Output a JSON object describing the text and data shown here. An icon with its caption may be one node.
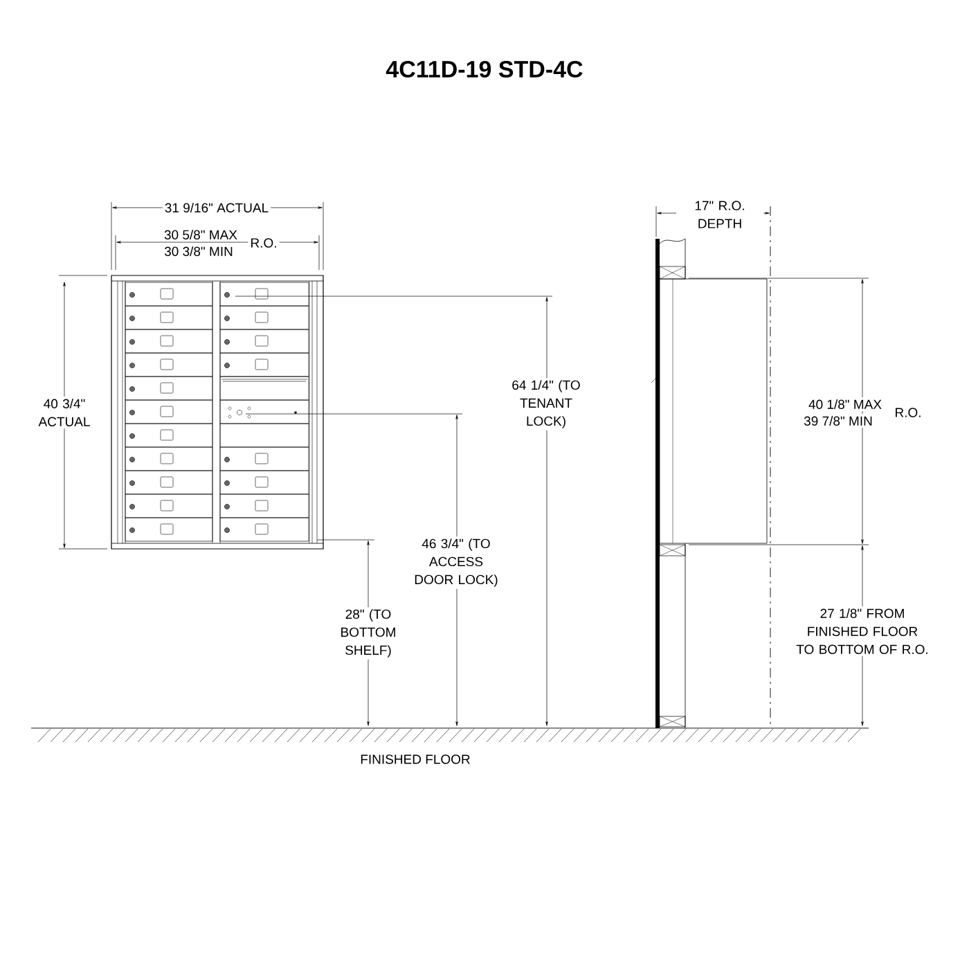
{
  "diagram": {
    "title": "4C11D-19 STD-4C",
    "labels": [
      "31 9/16\" ACTUAL",
      "30 5/8\" MAX",
      "30 3/8\" MIN",
      "R.O.",
      "40 3/4\" ACTUAL",
      "64 1/4\" (TO TENANT LOCK)",
      "46 3/4\" (TO ACCESS DOOR LOCK)",
      "28\" (TO BOTTOM SHELF)",
      "FINISHED FLOOR",
      "17\" R.O. DEPTH",
      "40 1/8\" MAX",
      "39 7/8\" MIN",
      "R.O.",
      "27 1/8\" FROM FINISHED FLOOR TO BOTTOM OF R.O."
    ]
  }
}
